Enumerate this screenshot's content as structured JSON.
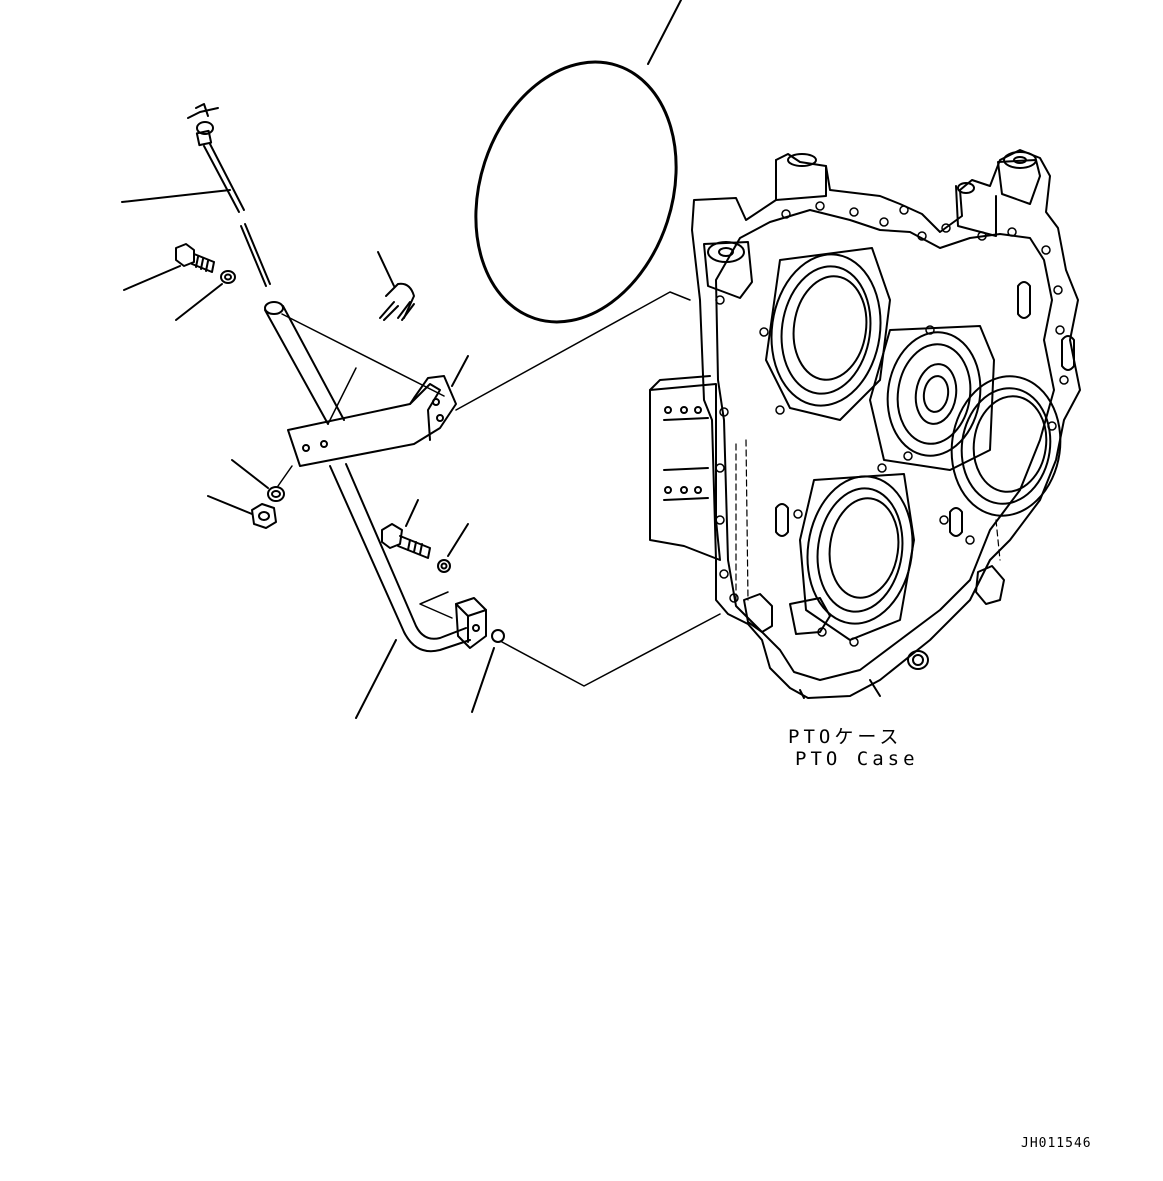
{
  "labels": {
    "case_jp": "PTOケース",
    "case_en": "PTO Case",
    "drawing_id": "JH011546"
  }
}
